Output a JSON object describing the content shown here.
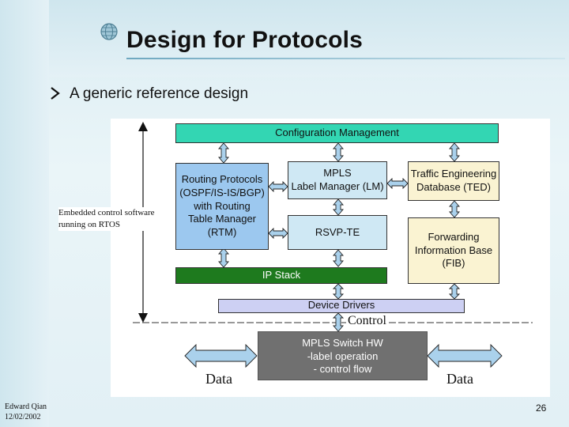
{
  "slide": {
    "title": "Design for Protocols",
    "bullet": "A generic reference design",
    "author": "Edward Qian",
    "date": "12/02/2002",
    "page_number": "26"
  },
  "diagram": {
    "config_mgmt": "Configuration Management",
    "routing": [
      "Routing Protocols",
      "(OSPF/IS-IS/BGP)",
      "with Routing",
      "Table Manager",
      "(RTM)"
    ],
    "mpls_lm": [
      "MPLS",
      "Label Manager (LM)"
    ],
    "rsvp": "RSVP-TE",
    "ted": [
      "Traffic Engineering",
      "Database (TED)"
    ],
    "fib": [
      "Forwarding",
      "Information Base",
      "(FIB)"
    ],
    "ip_stack": "IP Stack",
    "device_drivers": "Device Drivers",
    "control": "Control",
    "switch_hw": [
      "MPLS Switch HW",
      "-label operation",
      "- control flow"
    ],
    "data_left": "Data",
    "data_right": "Data",
    "embedded": [
      "Embedded control software",
      "running on RTOS"
    ]
  },
  "colors": {
    "config": "#33d6b3",
    "routing": "#9cc8ef",
    "mpls": "#cfe8f4",
    "ted_fib": "#faf3d2",
    "ip_stack": "#1e7a1e",
    "drivers": "#cdd0f3",
    "switch": "#707070",
    "arrow_fill": "#aad1ec"
  }
}
